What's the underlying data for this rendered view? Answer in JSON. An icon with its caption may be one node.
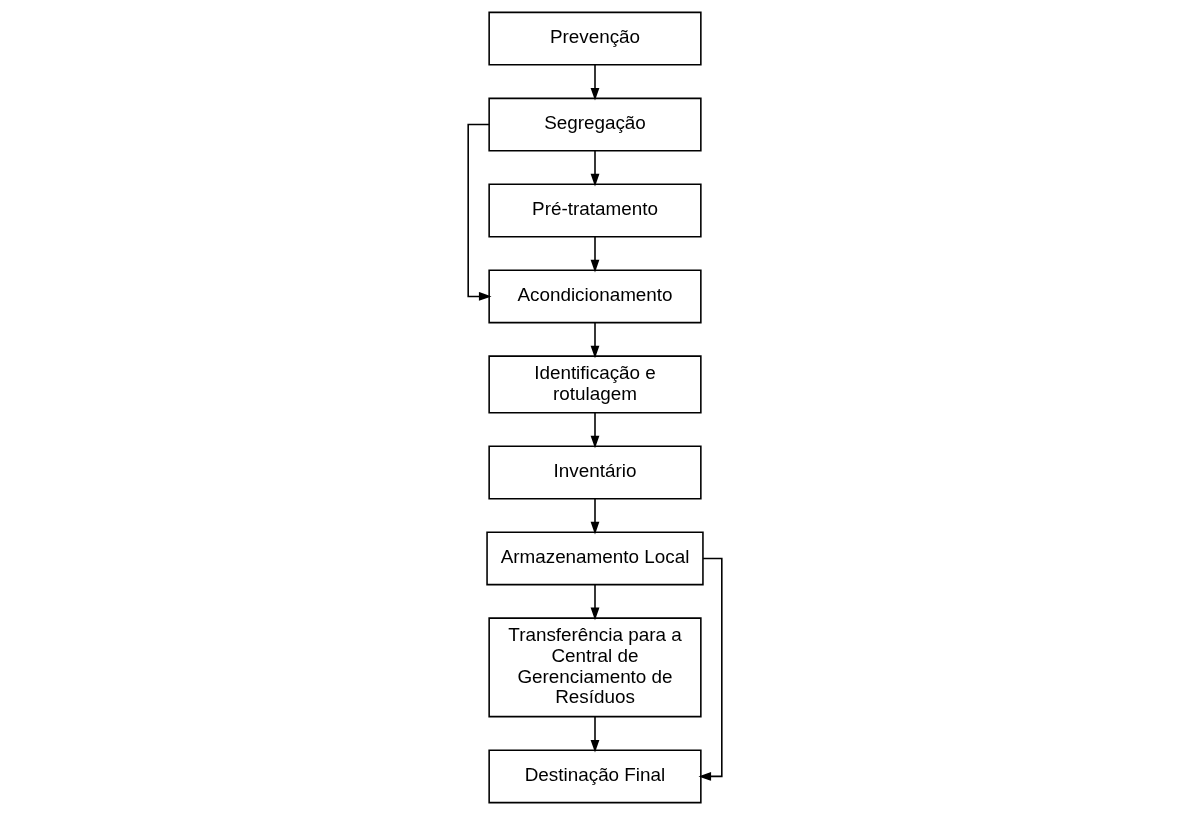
{
  "diagram": {
    "nodes": [
      {
        "text": [
          "Prevenção"
        ]
      },
      {
        "text": [
          "Segregação"
        ]
      },
      {
        "text": [
          "Pré-tratamento"
        ]
      },
      {
        "text": [
          "Acondicionamento"
        ]
      },
      {
        "text": [
          "Identificação e rotulagem"
        ]
      },
      {
        "text": [
          "Inventário"
        ]
      },
      {
        "text": [
          "Armazenamento Local"
        ]
      },
      {
        "text": [
          "Transferência para a Central de Gerenciamento de Resíduos"
        ]
      },
      {
        "text": [
          "Destinação Final"
        ]
      }
    ],
    "edges": [
      {
        "from": 0,
        "to": 1,
        "arrow": "to"
      },
      {
        "from": 1,
        "to": 2,
        "arrow": "to"
      },
      {
        "from": 2,
        "to": 3,
        "arrow": "to"
      },
      {
        "from": 1,
        "to": 3,
        "arrow": "to"
      },
      {
        "from": 3,
        "to": 4,
        "arrow": "to"
      },
      {
        "from": 4,
        "to": 5,
        "arrow": "to"
      },
      {
        "from": 5,
        "to": 6,
        "arrow": "to"
      },
      {
        "from": 6,
        "to": 7,
        "arrow": "to"
      },
      {
        "from": 7,
        "to": 8,
        "arrow": "to"
      },
      {
        "from": 6,
        "to": 8,
        "arrow": "to"
      }
    ]
  }
}
